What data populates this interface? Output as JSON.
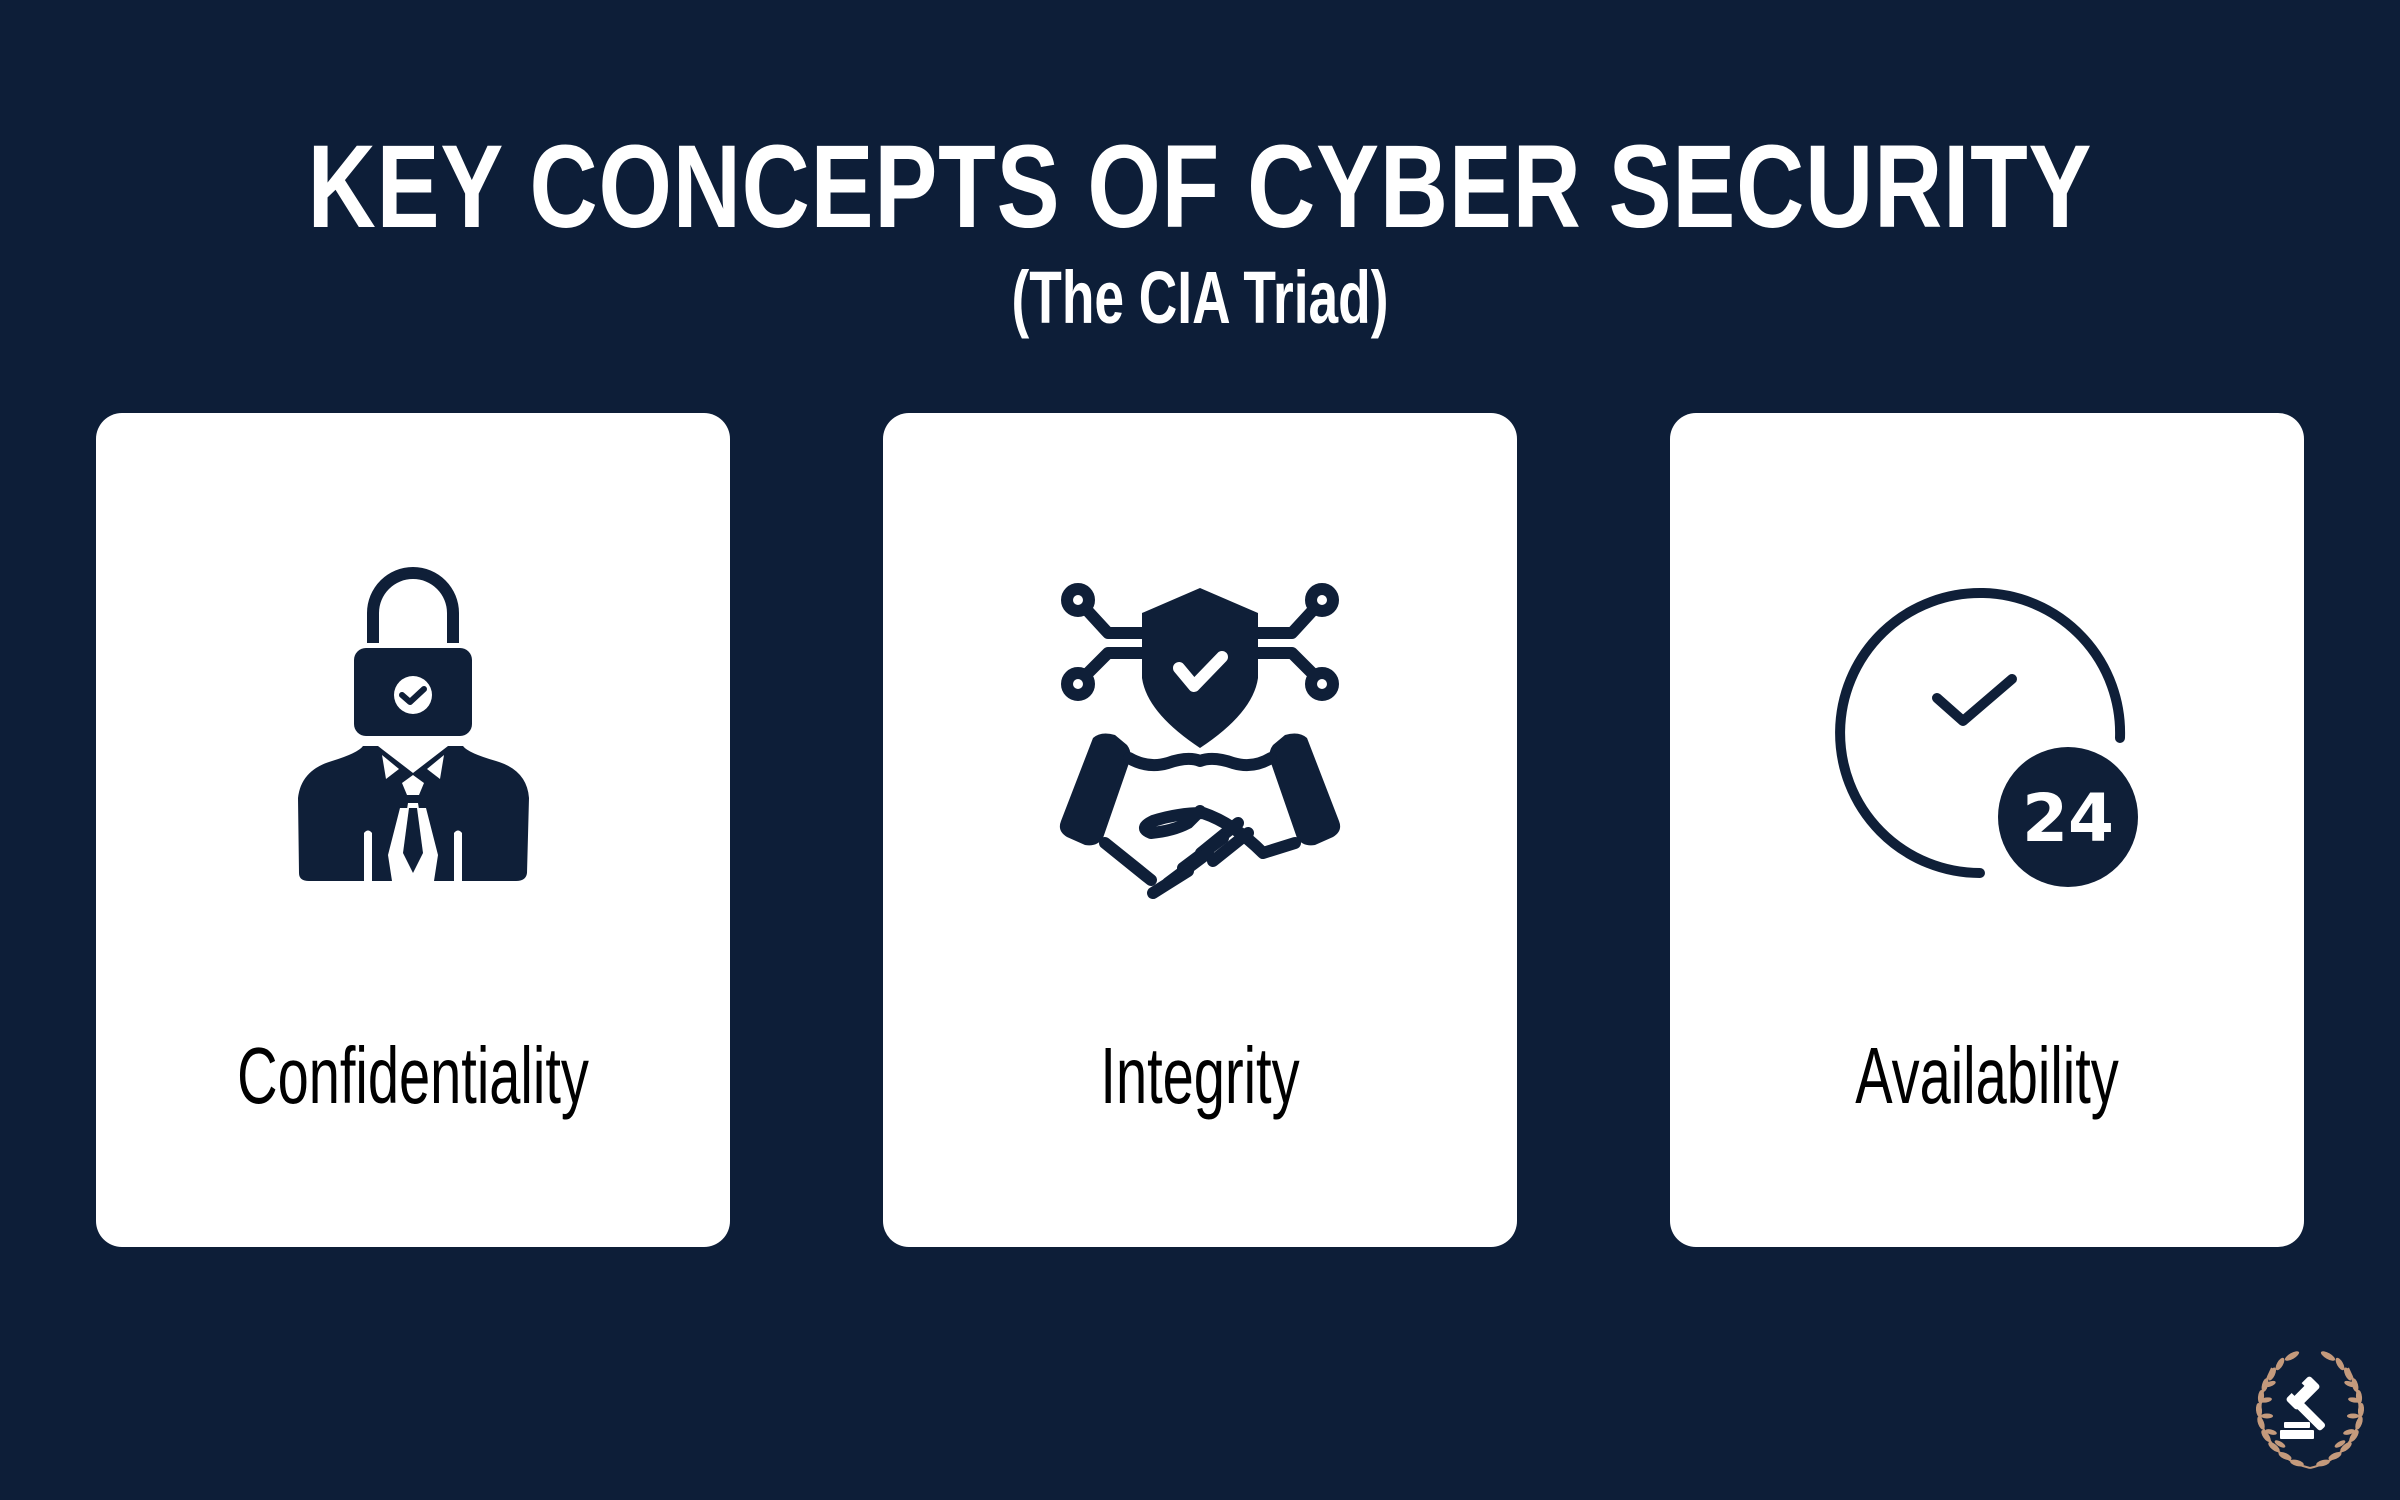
{
  "header": {
    "title": "KEY CONCEPTS OF CYBER SECURITY",
    "subtitle": "(The CIA Triad)"
  },
  "cards": [
    {
      "label": "Confidentiality",
      "icon": "locked-person-icon"
    },
    {
      "label": "Integrity",
      "icon": "shield-handshake-icon"
    },
    {
      "label": "Availability",
      "icon": "clock-24-check-icon"
    }
  ],
  "badge": {
    "text": "24"
  },
  "logo": {
    "icon": "gavel-laurel-logo"
  },
  "colors": {
    "background": "#0d1e38",
    "card": "#ffffff",
    "icon": "#0f1f38",
    "label": "#000000",
    "title": "#ffffff",
    "wreath": "#c49a7c"
  }
}
